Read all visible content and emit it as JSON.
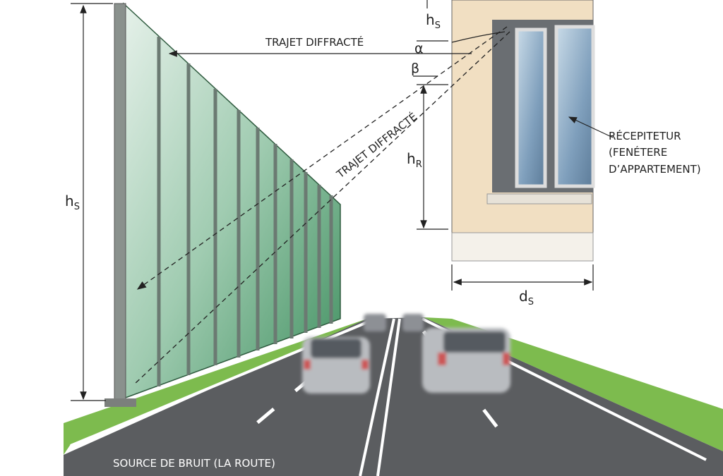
{
  "labels": {
    "diffracted_path_top": "TRAJET DIFFRACTÉ",
    "diffracted_path_diag": "TRAJET DIFFRACTÉ",
    "alpha": "α",
    "beta": "β",
    "h_s_top": {
      "main": "h",
      "sub": "S"
    },
    "h_s_left": {
      "main": "h",
      "sub": "S"
    },
    "h_r": {
      "main": "h",
      "sub": "R"
    },
    "d_s": {
      "main": "d",
      "sub": "S"
    },
    "receiver": [
      "RÉCEPITETUR",
      "(FENÉTERE",
      "D’APPARTEMENT)"
    ],
    "source": "SOURCE DE BRUIT (LA ROUTE)"
  },
  "colors": {
    "barrier_green": "#5fa37a",
    "wall_beige": "#f1dfc2",
    "road": "#5b5d60",
    "grass": "#7dbb4e",
    "glass": "#8fb1cc"
  }
}
